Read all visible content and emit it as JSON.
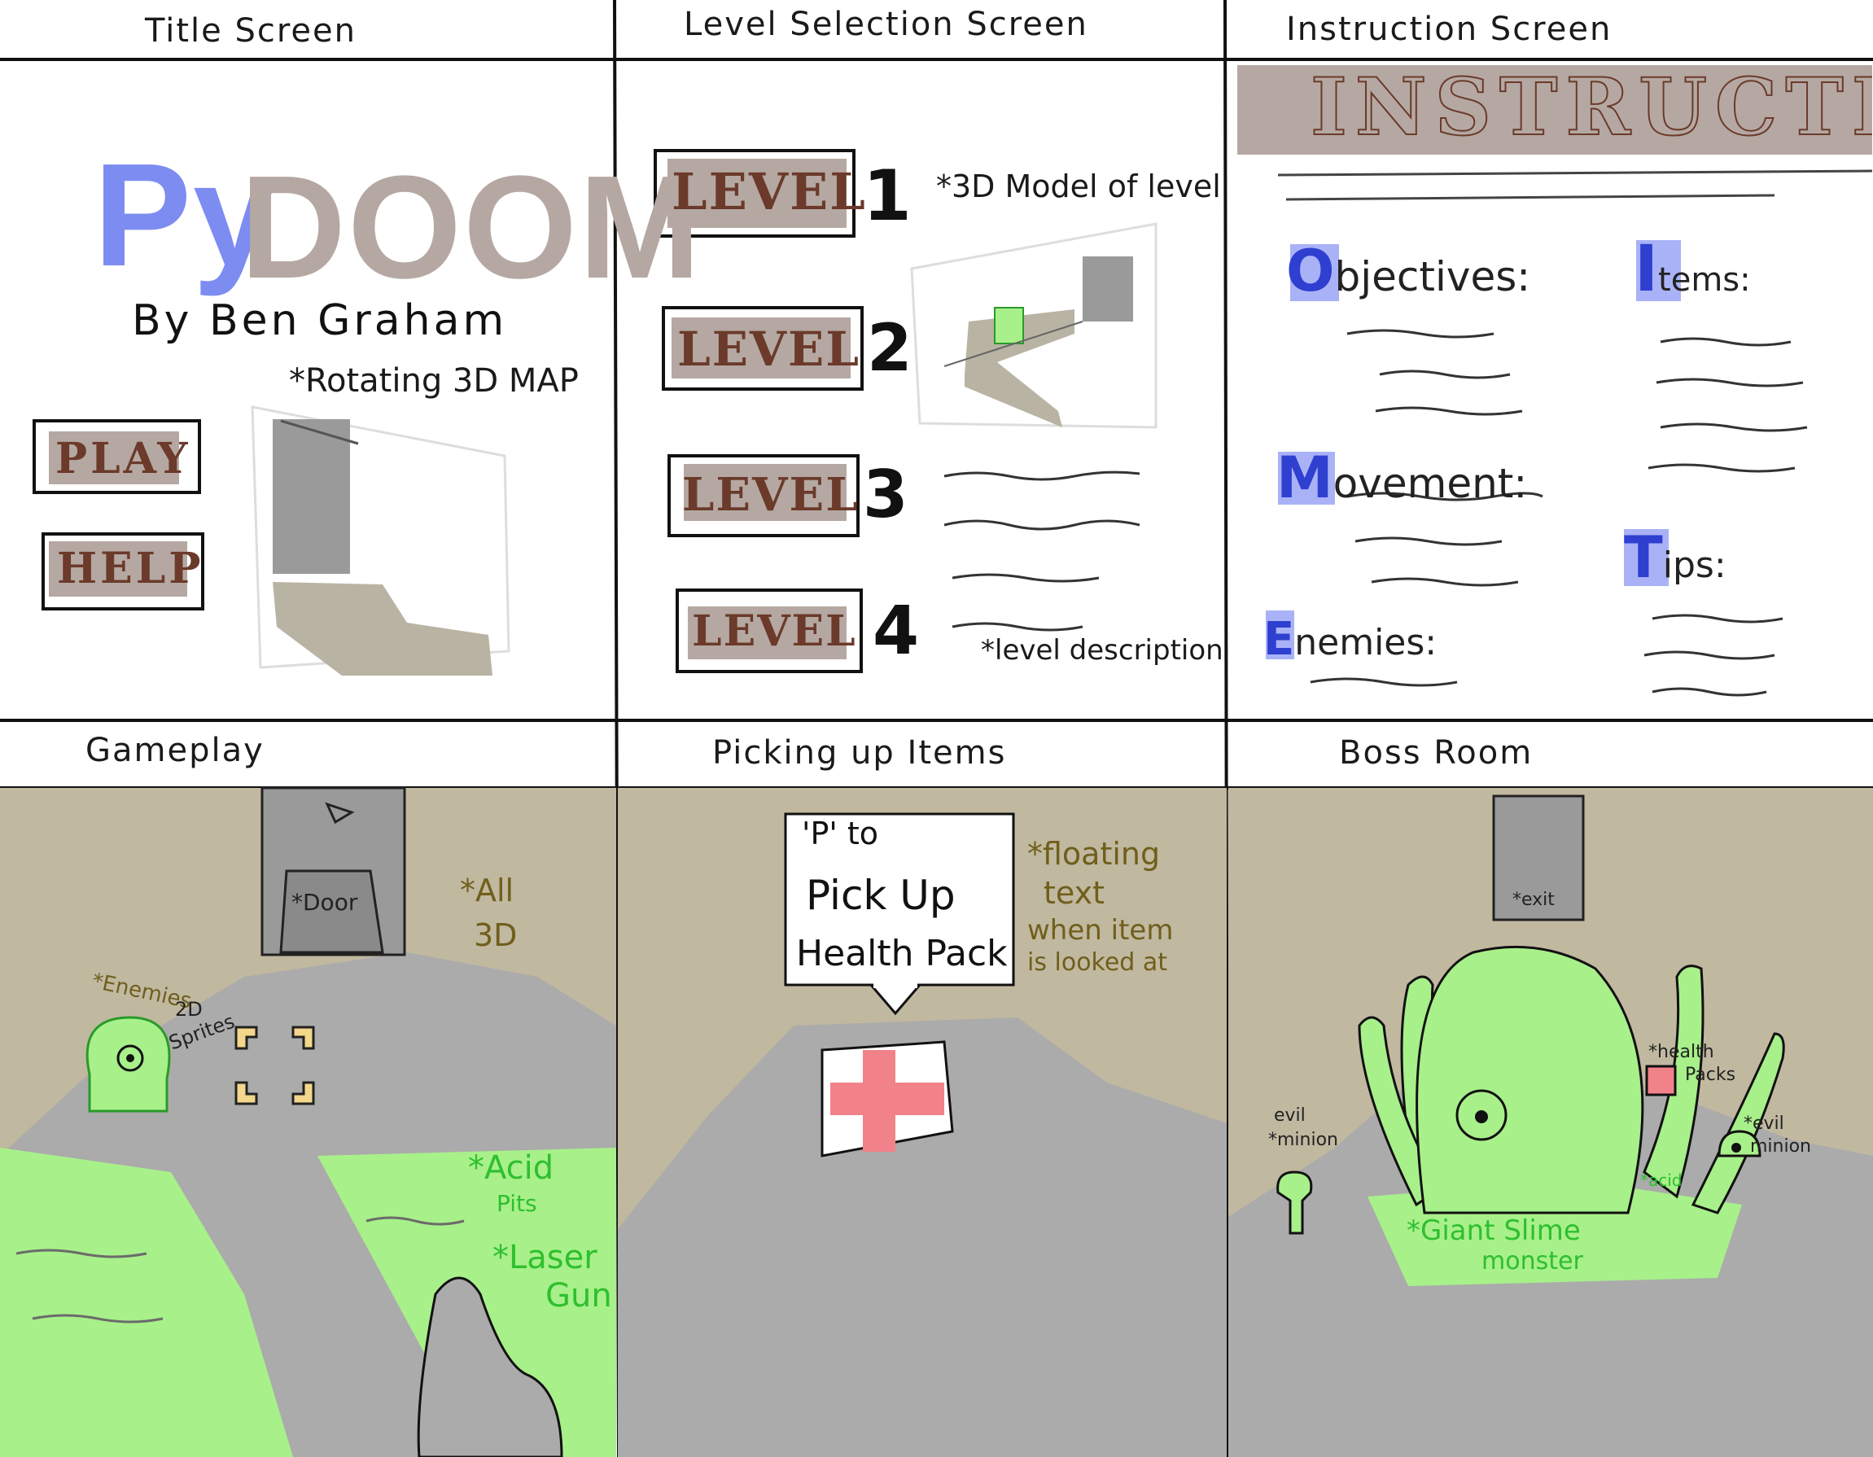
{
  "panels": {
    "title_screen": {
      "heading": "Title Screen",
      "logo_py": "Py",
      "logo_doom": "DOOM",
      "author": "By Ben Graham",
      "map_note": "*Rotating 3D MAP",
      "play_button": "PLAY",
      "help_button": "HELP"
    },
    "level_selection": {
      "heading": "Level Selection Screen",
      "model_note": "*3D Model of level",
      "description_note": "*level description",
      "levels": [
        {
          "label": "LEVEL",
          "number": "1"
        },
        {
          "label": "LEVEL",
          "number": "2"
        },
        {
          "label": "LEVEL",
          "number": "3"
        },
        {
          "label": "LEVEL",
          "number": "4"
        }
      ]
    },
    "instruction_screen": {
      "heading": "Instruction Screen",
      "banner": "INSTRUCTIONS",
      "sections": {
        "objectives": {
          "initial": "O",
          "rest": "bjectives:"
        },
        "movement": {
          "initial": "M",
          "rest": "ovement:"
        },
        "enemies": {
          "initial": "E",
          "rest": "nemies:"
        },
        "items": {
          "initial": "I",
          "rest": "tems:"
        },
        "tips": {
          "initial": "T",
          "rest": "ips:"
        }
      }
    },
    "gameplay": {
      "heading": "Gameplay",
      "door_note": "*Door",
      "all_3d_line1": "*All",
      "all_3d_line2": "3D",
      "enemies_note": "*Enemies",
      "sprites_line1": "2D",
      "sprites_line2": "Sprites",
      "acid_line1": "*Acid",
      "acid_line2": "Pits",
      "laser_line1": "*Laser",
      "laser_line2": "Gun"
    },
    "picking_up_items": {
      "heading": "Picking up Items",
      "bubble_line1": "'P' to",
      "bubble_line2": "Pick Up",
      "bubble_line3": "Health Pack",
      "floating_line1": "*floating",
      "floating_line2": "text",
      "floating_line3": "when item",
      "floating_line4": "is looked at"
    },
    "boss_room": {
      "heading": "Boss Room",
      "exit_note": "*exit",
      "health_line1": "*health",
      "health_line2": "Packs",
      "minion_left_line1": "evil",
      "minion_left_line2": "*minion",
      "minion_right_line1": "*evil",
      "minion_right_line2": "minion",
      "acid_note": "*acid",
      "slime_line1": "*Giant Slime",
      "slime_line2": "monster"
    }
  },
  "colors": {
    "logo_blue": "#7d8cf0",
    "logo_taupe": "#b5a8a2",
    "wall_taupe": "#c1b8a0",
    "floor_gray": "#ababab",
    "acid_green": "#a8f08a",
    "ink_brown": "#6b3a2a",
    "note_olive": "#6f5f1c"
  }
}
